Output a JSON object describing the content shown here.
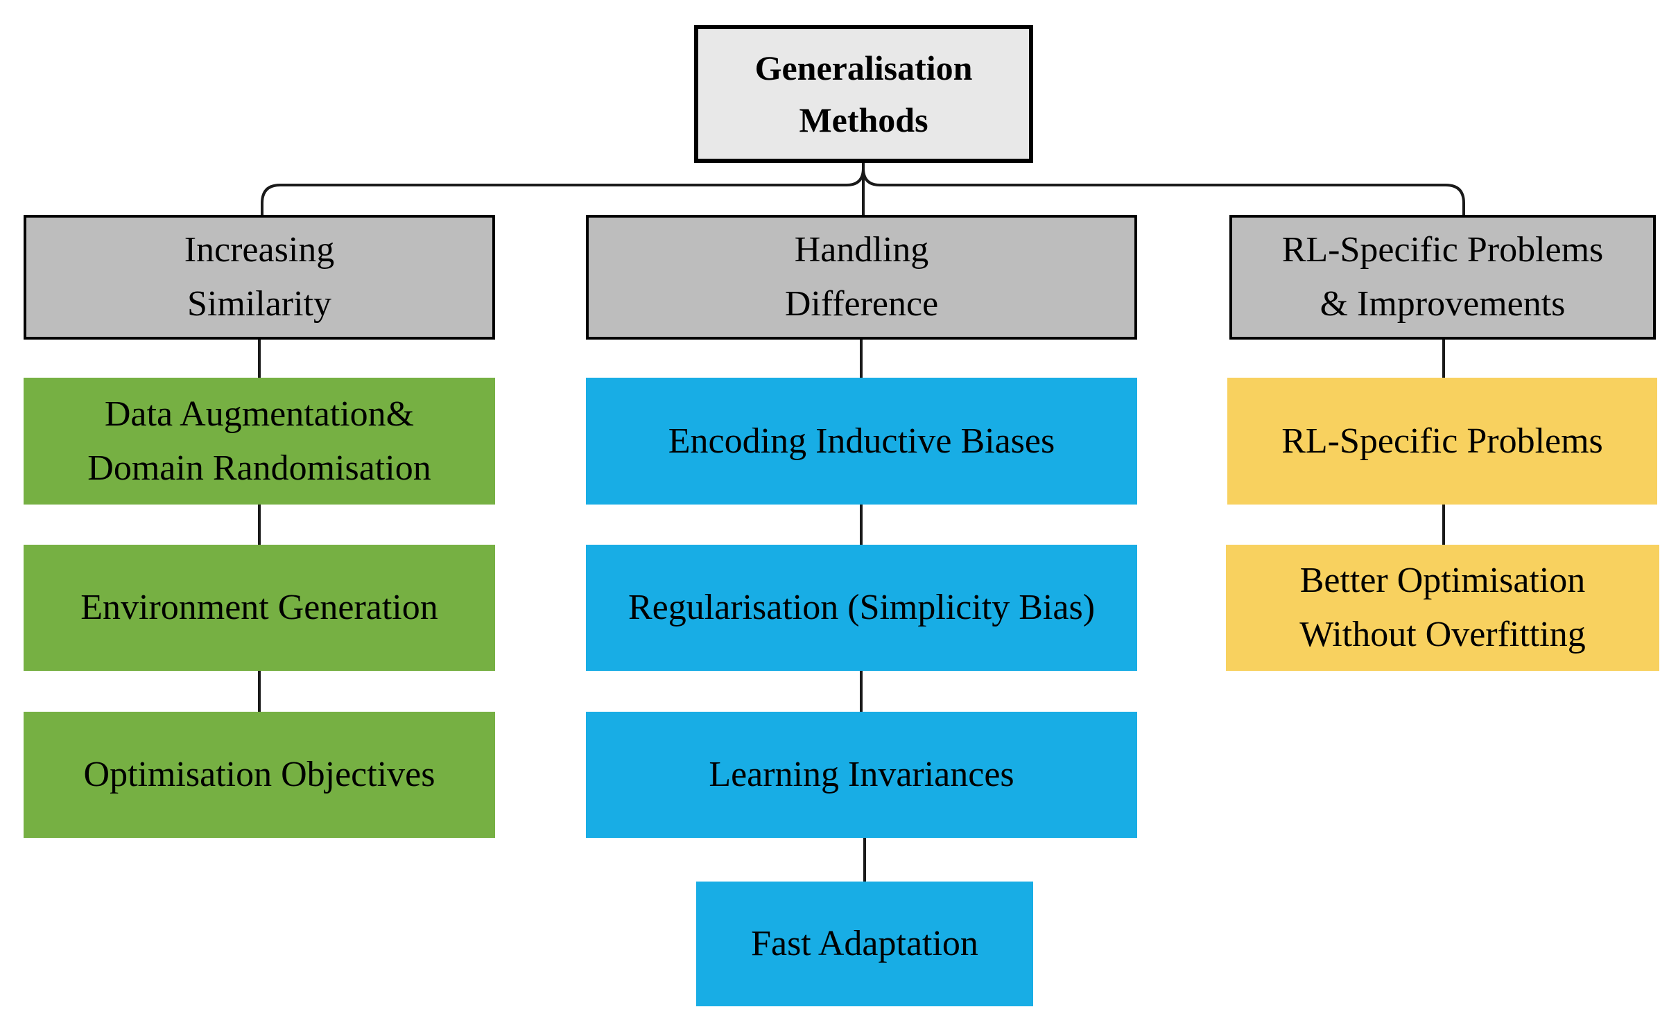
{
  "root": {
    "label": "Generalisation\nMethods"
  },
  "branches": [
    {
      "id": "increasing-similarity",
      "header": "Increasing\nSimilarity",
      "color": "#76b043",
      "children": [
        "Data Augmentation&\nDomain Randomisation",
        "Environment Generation",
        "Optimisation Objectives"
      ]
    },
    {
      "id": "handling-difference",
      "header": "Handling\nDifference",
      "color": "#18ade5",
      "children": [
        "Encoding Inductive Biases",
        "Regularisation (Simplicity Bias)",
        "Learning Invariances",
        "Fast Adaptation"
      ]
    },
    {
      "id": "rl-specific-problems-improvements",
      "header": "RL-Specific Problems\n& Improvements",
      "color": "#f8d15f",
      "children": [
        "RL-Specific Problems",
        "Better Optimisation\nWithout Overfitting"
      ]
    }
  ],
  "colors": {
    "background": "#ffffff",
    "root_fill": "#e8e8e8",
    "branch_fill": "#bdbdbd",
    "box_border": "#000000",
    "line": "#1a1a1a",
    "text": "#000000"
  }
}
